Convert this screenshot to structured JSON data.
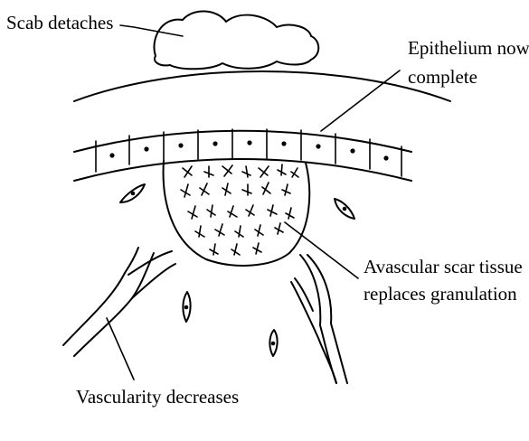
{
  "labels": {
    "scab": "Scab detaches",
    "epithelium_line1": "Epithelium now",
    "epithelium_line2": "complete",
    "scar_line1": "Avascular scar tissue",
    "scar_line2": "replaces granulation",
    "vascularity": "Vascularity decreases"
  }
}
